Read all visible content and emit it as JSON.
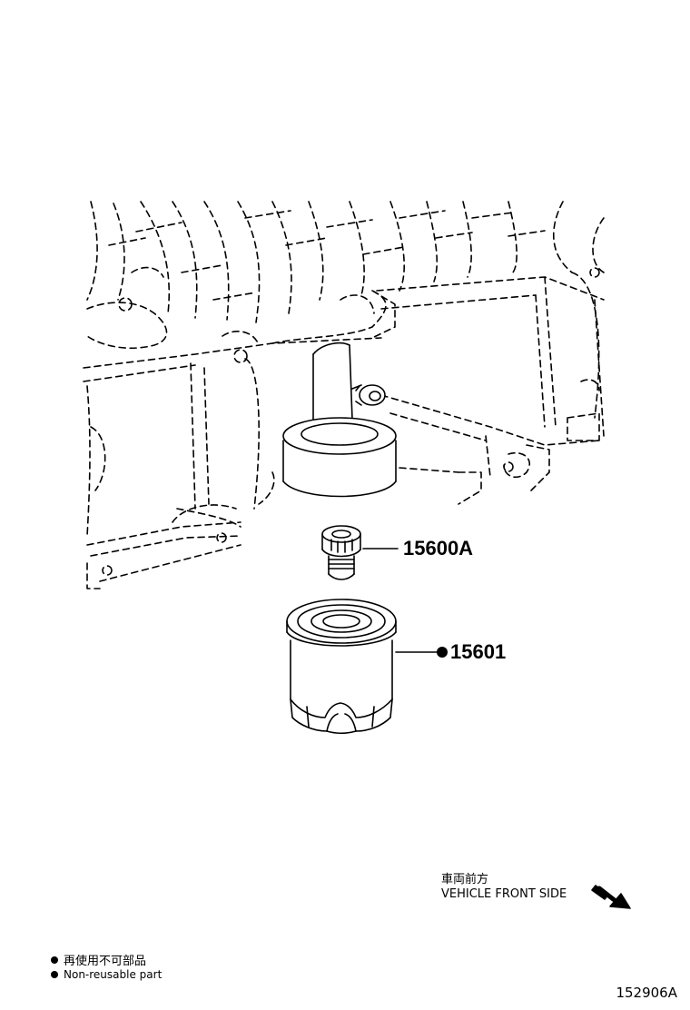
{
  "parts": [
    {
      "id": "part-15600a",
      "number": "15600A",
      "non_reusable": false
    },
    {
      "id": "part-15601",
      "number": "15601",
      "non_reusable": true
    }
  ],
  "direction": {
    "label_jp": "車両前方",
    "label_en": "VEHICLE FRONT SIDE",
    "arrow_icon": "arrow-down-right-icon"
  },
  "legend": {
    "jp": "再使用不可部品",
    "en": "Non-reusable part",
    "marker_icon": "filled-dot-icon"
  },
  "figure_id": "152906A"
}
